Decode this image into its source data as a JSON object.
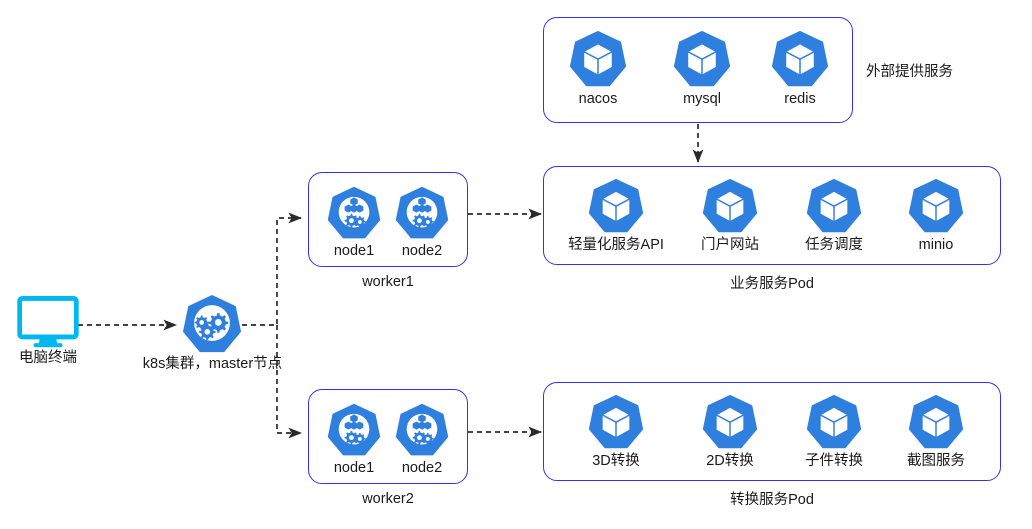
{
  "diagram": {
    "title_hidden": "",
    "colors": {
      "icon_blue": "#2f7fdf",
      "box_border": "#3333ee",
      "terminal_cyan": "#00b8f0",
      "connector": "#3a3a3a",
      "text": "#1a1a1a",
      "background": "#ffffff"
    },
    "terminal": {
      "label": "电脑终端",
      "icon": "monitor-icon"
    },
    "master": {
      "label": "k8s集群，master节点",
      "icon": "k8s-master-gears-icon"
    },
    "external_box": {
      "annotation": "外部提供服务",
      "services": [
        {
          "label": "nacos",
          "icon": "cube-hexagon-icon"
        },
        {
          "label": "mysql",
          "icon": "cube-hexagon-icon"
        },
        {
          "label": "redis",
          "icon": "cube-hexagon-icon"
        }
      ]
    },
    "workers": [
      {
        "caption": "worker1",
        "nodes": [
          {
            "label": "node1",
            "icon": "k8s-node-icon"
          },
          {
            "label": "node2",
            "icon": "k8s-node-icon"
          }
        ]
      },
      {
        "caption": "worker2",
        "nodes": [
          {
            "label": "node1",
            "icon": "k8s-node-icon"
          },
          {
            "label": "node2",
            "icon": "k8s-node-icon"
          }
        ]
      }
    ],
    "pods": [
      {
        "caption": "业务服务Pod",
        "services": [
          {
            "label": "轻量化服务API",
            "icon": "cube-hexagon-icon"
          },
          {
            "label": "门户网站",
            "icon": "cube-hexagon-icon"
          },
          {
            "label": "任务调度",
            "icon": "cube-hexagon-icon"
          },
          {
            "label": "minio",
            "icon": "cube-hexagon-icon"
          }
        ]
      },
      {
        "caption": "转换服务Pod",
        "services": [
          {
            "label": "3D转换",
            "icon": "cube-hexagon-icon"
          },
          {
            "label": "2D转换",
            "icon": "cube-hexagon-icon"
          },
          {
            "label": "子件转换",
            "icon": "cube-hexagon-icon"
          },
          {
            "label": "截图服务",
            "icon": "cube-hexagon-icon"
          }
        ]
      }
    ],
    "connectors": [
      {
        "name": "terminal-to-master",
        "style": "dashed-arrow"
      },
      {
        "name": "master-to-worker1",
        "style": "dashed-arrow"
      },
      {
        "name": "master-to-worker2",
        "style": "dashed-arrow"
      },
      {
        "name": "worker1-to-business-pod",
        "style": "dashed-arrow"
      },
      {
        "name": "worker2-to-conversion-pod",
        "style": "dashed-arrow"
      },
      {
        "name": "external-to-business-pod",
        "style": "dashed-arrow"
      }
    ]
  }
}
